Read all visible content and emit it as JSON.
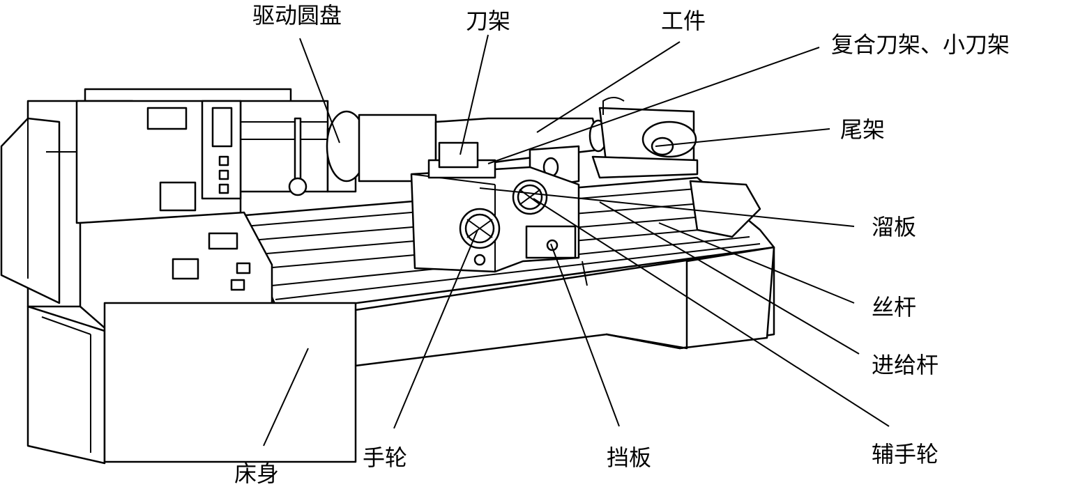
{
  "title": "Lathe structure diagram",
  "labels": {
    "drive_disc": "驱动圆盘",
    "tool_rest": "刀架",
    "workpiece": "工件",
    "compound_rest": "复合刀架、小刀架",
    "tailstock": "尾架",
    "carriage": "溜板",
    "lead_screw": "丝杆",
    "feed_rod": "进给杆",
    "aux_handwheel": "辅手轮",
    "apron": "挡板",
    "handwheel": "手轮",
    "bed": "床身"
  }
}
